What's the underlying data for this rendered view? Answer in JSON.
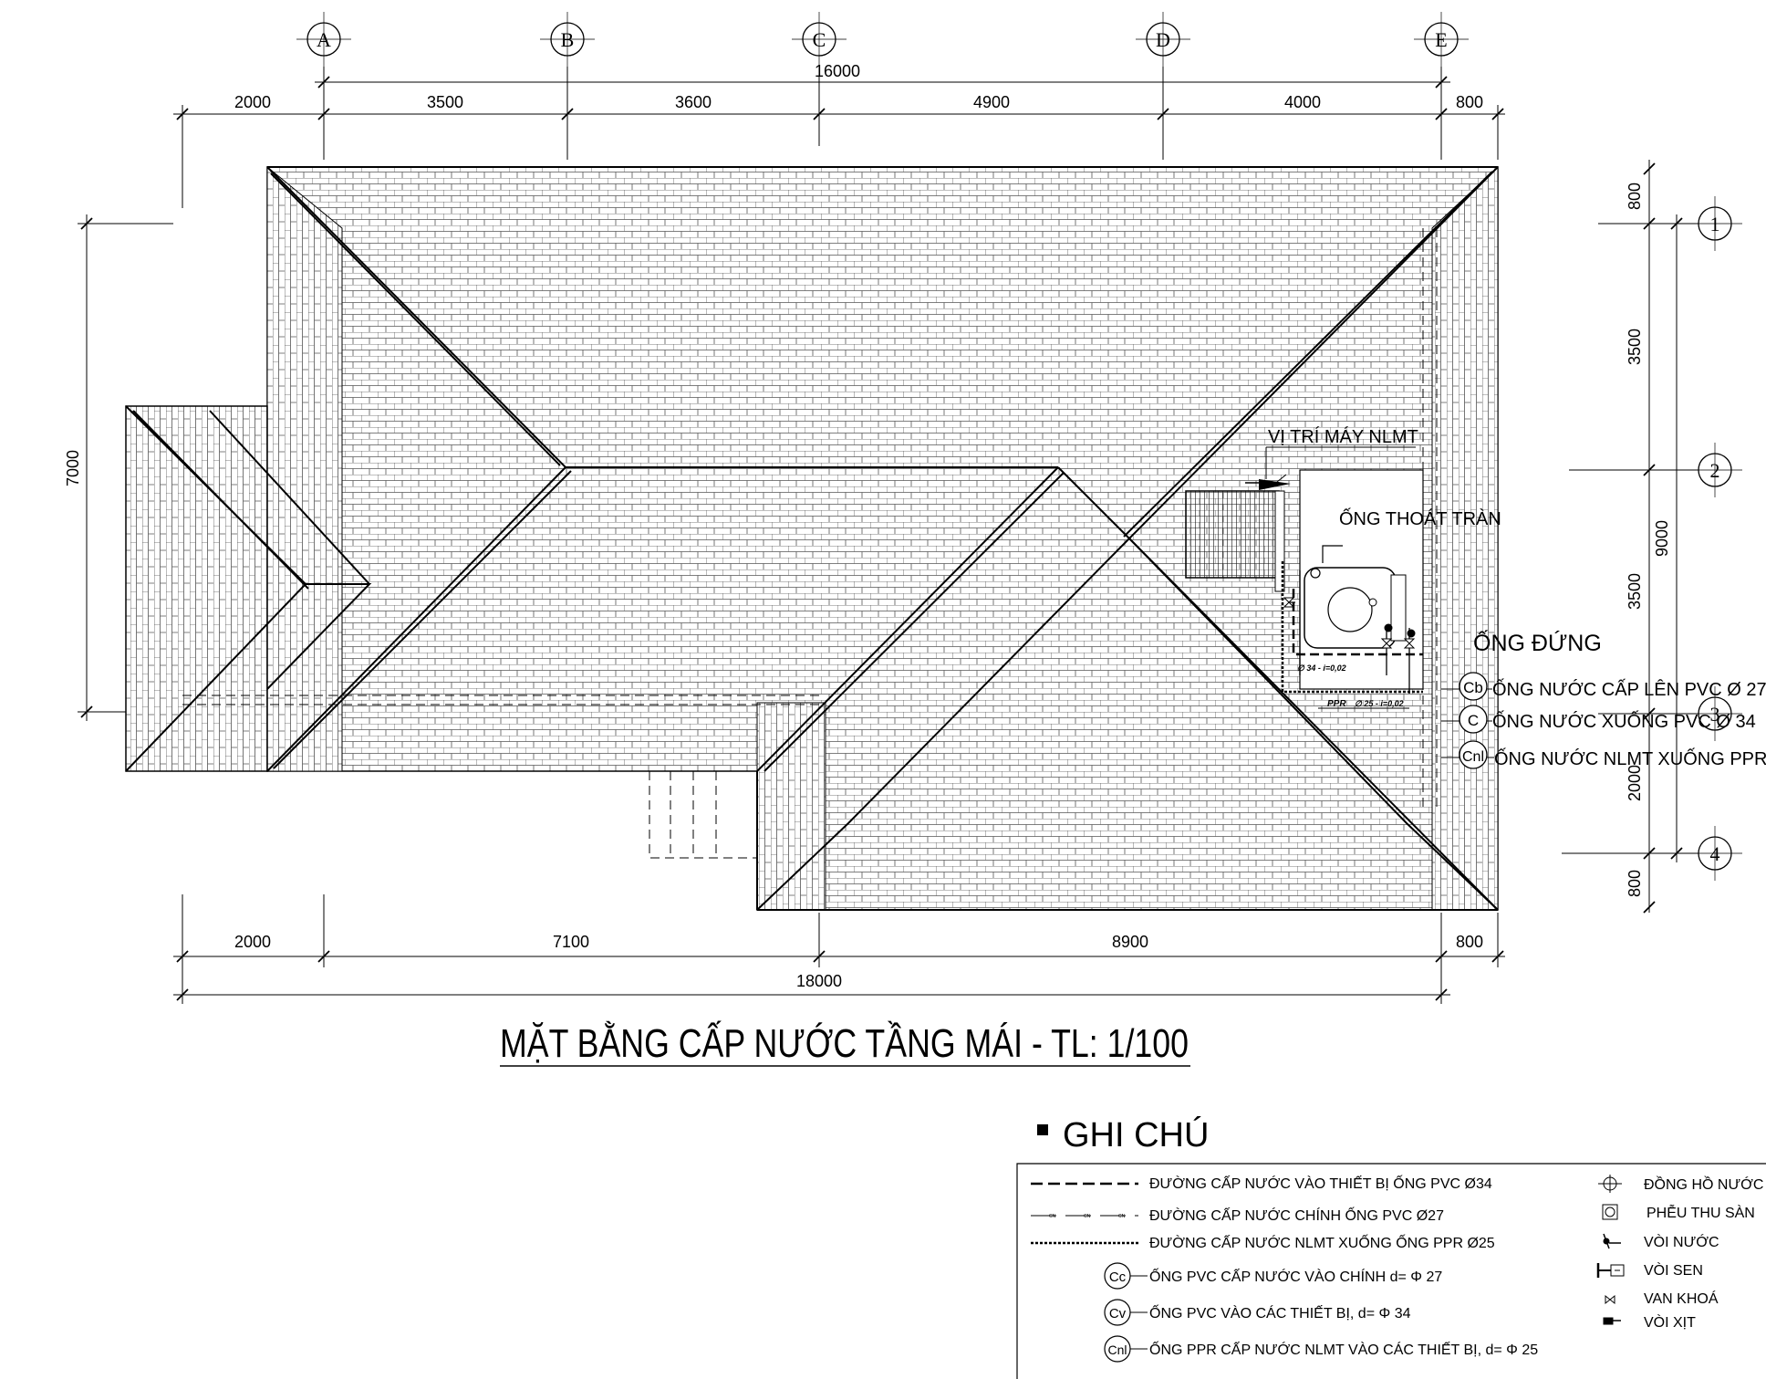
{
  "plan_title": "MẶT BẰNG CẤP NƯỚC TẦNG MÁI - TL: 1/100",
  "grid_axes": {
    "columns": [
      "A",
      "B",
      "C",
      "D",
      "E"
    ],
    "rows": [
      "1",
      "2",
      "3",
      "4"
    ]
  },
  "dimensions": {
    "top_total": "16000",
    "top_segments": [
      "2000",
      "3500",
      "3600",
      "4900",
      "4000",
      "800"
    ],
    "bottom_segments": [
      "2000",
      "7100",
      "8900",
      "800"
    ],
    "bottom_total": "18000",
    "left_height": "7000",
    "right_segments": [
      "800",
      "3500",
      "3500",
      "2000",
      "800"
    ],
    "right_total": "9000"
  },
  "annotations": {
    "solar_position": "VỊ TRÍ MÁY NLMT",
    "overflow_pipe": "ỐNG THOÁT TRÀN",
    "risers_heading": "ỐNG ĐỨNG",
    "pipe_slope_1": "∅ 34 - i=0,02",
    "pipe_slope_2_prefix": "PPR",
    "pipe_slope_2": "∅ 25 - i=0,02",
    "risers": [
      {
        "code": "Cb",
        "text": "ỐNG NƯỚC CẤP LÊN PVC Ø 27"
      },
      {
        "code": "C",
        "text": "ỐNG NƯỚC XUỐNG PVC Ø 34"
      },
      {
        "code": "Cnl",
        "text": "ỐNG NƯỚC NLMT XUỐNG PPR"
      }
    ]
  },
  "legend": {
    "heading": "GHI CHÚ",
    "lines": [
      {
        "type": "dashed",
        "text": "ĐƯỜNG CẤP NƯỚC VÀO THIẾT BỊ ỐNG PVC Ø34"
      },
      {
        "type": "cn",
        "text": "ĐƯỜNG CẤP NƯỚC CHÍNH ỐNG PVC Ø27"
      },
      {
        "type": "dotted",
        "text": "ĐƯỜNG CẤP NƯỚC NLMT XUỐNG ỐNG PPR Ø25"
      }
    ],
    "codes": [
      {
        "code": "Cc",
        "text": "ỐNG PVC CẤP NƯỚC VÀO CHÍNH d= Φ 27"
      },
      {
        "code": "Cv",
        "text": "ỐNG PVC VÀO CÁC THIẾT BỊ, d= Φ 34"
      },
      {
        "code": "Cnl",
        "text": "ỐNG PPR CẤP NƯỚC NLMT VÀO CÁC THIẾT BỊ, d= Φ 25"
      }
    ],
    "symbols": [
      {
        "icon": "water-meter-icon",
        "text": "ĐỒNG HỒ NƯỚC"
      },
      {
        "icon": "floor-drain-icon",
        "text": "PHỄU THU SÀN"
      },
      {
        "icon": "faucet-icon",
        "text": "VÒI NƯỚC"
      },
      {
        "icon": "shower-icon",
        "text": "VÒI SEN"
      },
      {
        "icon": "valve-icon",
        "text": "VAN KHOÁ"
      },
      {
        "icon": "spray-nozzle-icon",
        "text": "VÒI XỊT"
      }
    ]
  }
}
